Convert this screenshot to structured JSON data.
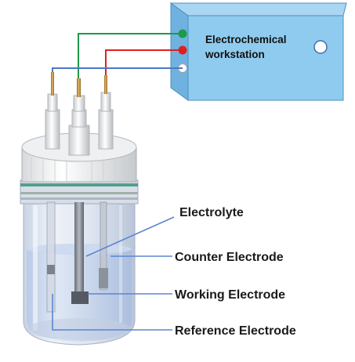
{
  "workstation": {
    "line1": "Electrochemical",
    "line2": "workstation"
  },
  "labels": {
    "electrolyte": "Electrolyte",
    "counter": "Counter Electrode",
    "working": "Working Electrode",
    "reference": "Reference Electrode"
  },
  "colors": {
    "box_front": "#8fcbee",
    "box_top": "#b9def5",
    "box_side": "#5fa6d6",
    "wire_green": "#1d9a4a",
    "wire_red": "#e0201c",
    "wire_blue": "#4a78c8",
    "pointer_line": "#5b86cf",
    "electrode_gold": "#c8923c"
  }
}
